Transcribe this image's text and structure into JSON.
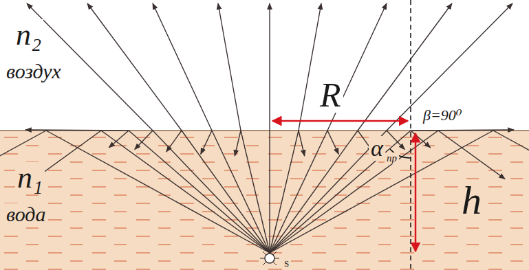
{
  "diagram": {
    "labels": [
      "n₂",
      "воздух",
      "R",
      "β=90⁰",
      "α",
      "пр",
      "h",
      "n₁",
      "вода",
      "S"
    ]
  }
}
